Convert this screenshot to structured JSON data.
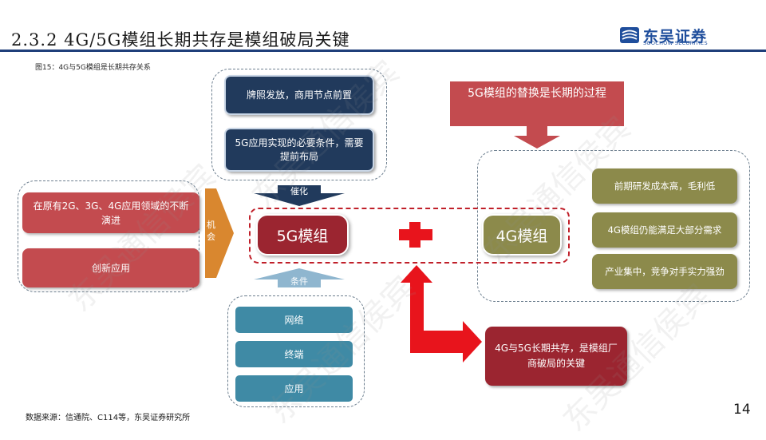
{
  "header": {
    "title": "2.3.2 4G/5G模组长期共存是模组破局关键",
    "brand": "东吴证券",
    "brand_en": "SOOCHOW SECURITIES"
  },
  "figure_caption": "图15：4G与5G模组是长期共存关系",
  "top_group": {
    "items": [
      "牌照发放，商用节点前置",
      "5G应用实现的必要条件，需要提前布局"
    ],
    "arrow_label": "催化"
  },
  "left_group": {
    "items": [
      "在原有2G、3G、4G应用领域的不断演进",
      "创新应用"
    ],
    "arrow_label": "机会"
  },
  "center": {
    "module_5g": "5G模组",
    "module_4g": "4G模组",
    "plus": "+"
  },
  "bottom_group": {
    "arrow_label": "条件",
    "items": [
      "网络",
      "终端",
      "应用"
    ]
  },
  "right_group": {
    "header": "5G模组的替换是长期的过程",
    "items": [
      "前期研发成本高，毛利低",
      "4G模组仍能满足大部分需求",
      "产业集中，竞争对手实力强劲"
    ]
  },
  "conclusion": "4G与5G长期共存，是模组厂商破局的关键",
  "footer": {
    "source": "数据来源：信通院、C114等，东吴证券研究所",
    "page": "14"
  },
  "watermark_text": "东吴通信侯宾",
  "colors": {
    "navy": "#213a5c",
    "red": "#c34b4f",
    "dark_red": "#9b2530",
    "olive": "#8c8a4b",
    "teal": "#3f8aa5",
    "brand_blue": "#1f4e9c",
    "arrow_red": "#e8141c"
  }
}
